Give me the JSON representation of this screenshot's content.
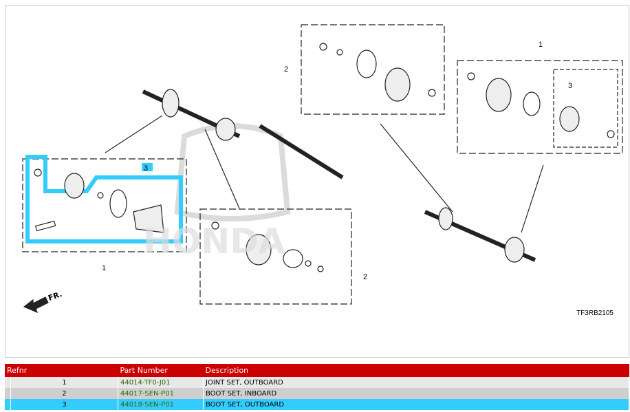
{
  "diagram": {
    "code": "TF3RB2105",
    "callouts": [
      "1",
      "2",
      "3",
      "2",
      "1",
      "3"
    ],
    "direction_label": "FR."
  },
  "table": {
    "headers": [
      "Refnr",
      "Part Number",
      "Description"
    ],
    "rows": [
      {
        "ref": "1",
        "part": "44014-TF0-J01",
        "desc": "JOINT SET, OUTBOARD"
      },
      {
        "ref": "2",
        "part": "44017-SEN-P01",
        "desc": "BOOT SET, INBOARD"
      },
      {
        "ref": "3",
        "part": "44018-SEN-P01",
        "desc": "BOOT SET, OUTBOARD"
      }
    ],
    "highlight_color": "#33ccff",
    "header_color": "#cc0000"
  }
}
